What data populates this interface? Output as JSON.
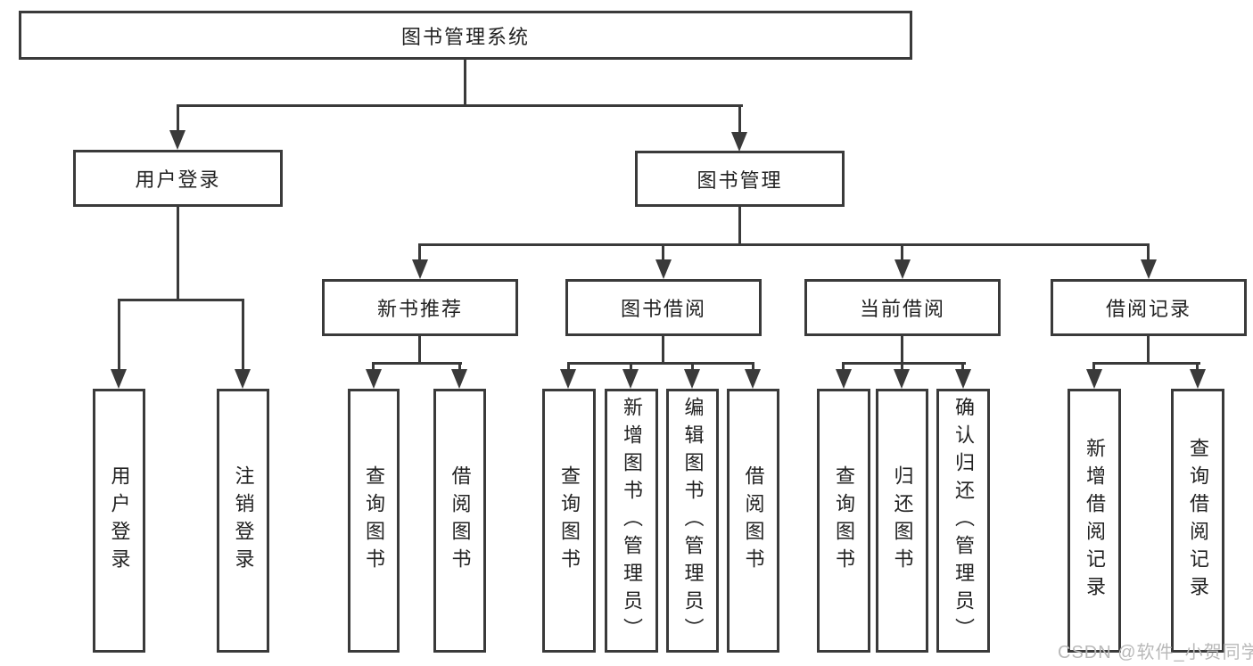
{
  "diagram": {
    "root": {
      "label": "图书管理系统",
      "children": [
        {
          "label": "用户登录",
          "children": [
            {
              "label": "用户登录"
            },
            {
              "label": "注销登录"
            }
          ]
        },
        {
          "label": "图书管理",
          "children": [
            {
              "label": "新书推荐",
              "children": [
                {
                  "label": "查询图书"
                },
                {
                  "label": "借阅图书"
                }
              ]
            },
            {
              "label": "图书借阅",
              "children": [
                {
                  "label": "查询图书"
                },
                {
                  "label": "新增图书（管理员）"
                },
                {
                  "label": "编辑图书（管理员）"
                },
                {
                  "label": "借阅图书"
                }
              ]
            },
            {
              "label": "当前借阅",
              "children": [
                {
                  "label": "查询图书"
                },
                {
                  "label": "归还图书"
                },
                {
                  "label": "确认归还（管理员）"
                }
              ]
            },
            {
              "label": "借阅记录",
              "children": [
                {
                  "label": "新增借阅记录"
                },
                {
                  "label": "查询借阅记录"
                }
              ]
            }
          ]
        }
      ]
    },
    "watermark": "CSDN @软件_小贺同学",
    "colors": {
      "line": "#3a3a3a",
      "text": "#222222",
      "watermark": "#b9b9b9",
      "background": "#ffffff"
    }
  }
}
